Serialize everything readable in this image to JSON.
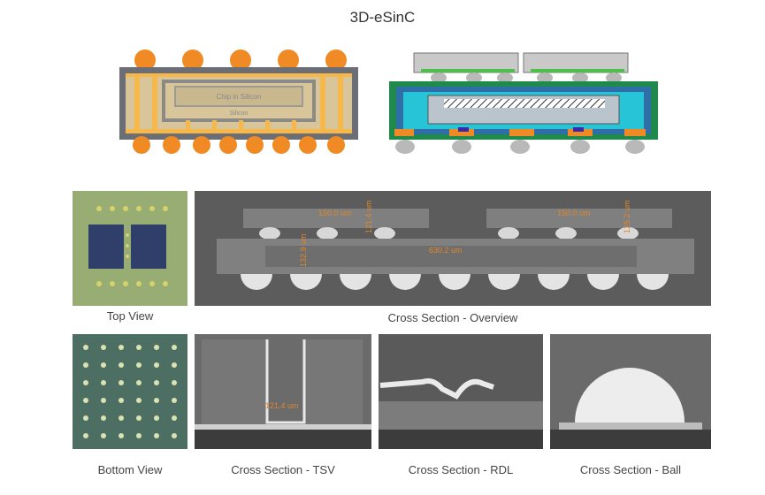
{
  "title": "3D-eSinC",
  "schematic_left": {
    "die_label": "Chip in Silicon",
    "die_label2": "Silicon"
  },
  "images": {
    "top_view": {
      "caption": "Top View"
    },
    "overview": {
      "caption": "Cross Section - Overview",
      "measurements": [
        "150.0 um",
        "150.0 um",
        "121.4 um",
        "125.2 um",
        "132.9 um",
        "630.2 um"
      ]
    },
    "bottom_view": {
      "caption": "Bottom View"
    },
    "tsv": {
      "caption": "Cross Section - TSV",
      "measurement": "121.4 um"
    },
    "rdl": {
      "caption": "Cross Section - RDL"
    },
    "ball": {
      "caption": "Cross Section - Ball"
    }
  },
  "colors": {
    "solder": "#f08a24",
    "silicon": "#d8c59a",
    "copper": "#f6b84a",
    "substrate": "#6b6e75",
    "sem_gray": "#5c5c5c",
    "measure": "#e0862a"
  }
}
